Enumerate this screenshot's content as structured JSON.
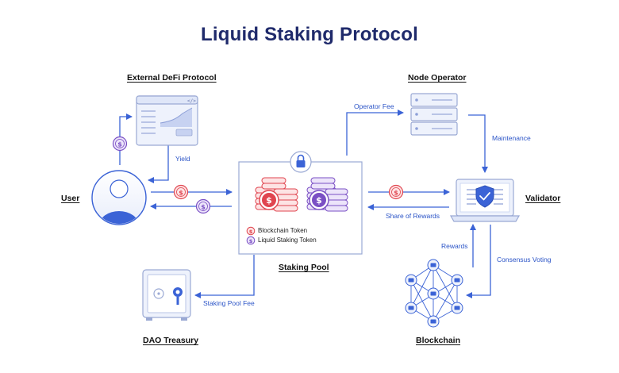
{
  "title": "Liquid Staking Protocol",
  "nodes": {
    "external_defi": "External DeFi Protocol",
    "node_operator": "Node Operator",
    "user": "User",
    "validator": "Validator",
    "staking_pool": "Staking Pool",
    "dao_treasury": "DAO Treasury",
    "blockchain": "Blockchain"
  },
  "flows": {
    "operator_fee": "Operator Fee",
    "yield": "Yield",
    "maintenance": "Maintenance",
    "share_of_rewards": "Share of Rewards",
    "rewards": "Rewards",
    "consensus_voting": "Consensus Voting",
    "staking_pool_fee": "Staking Pool Fee"
  },
  "legend": {
    "blockchain_token": "Blockchain Token",
    "liquid_staking_token": "Liquid Staking Token"
  },
  "colors": {
    "title": "#1f2a6b",
    "arrow": "#3b63d6",
    "blockchain_token": "#e0454f",
    "liquid_staking_token": "#7a4fc4",
    "illustration_fill": "#dfe6f8",
    "illustration_stroke": "#9aa9d4"
  },
  "icons": {
    "defi_window": "browser-chart-icon",
    "server_stack": "server-rack-icon",
    "user": "user-avatar-icon",
    "validator": "laptop-shield-icon",
    "lock": "lock-icon",
    "treasury": "safe-vault-icon",
    "blockchain": "network-nodes-icon",
    "coin": "dollar-coin-icon"
  }
}
